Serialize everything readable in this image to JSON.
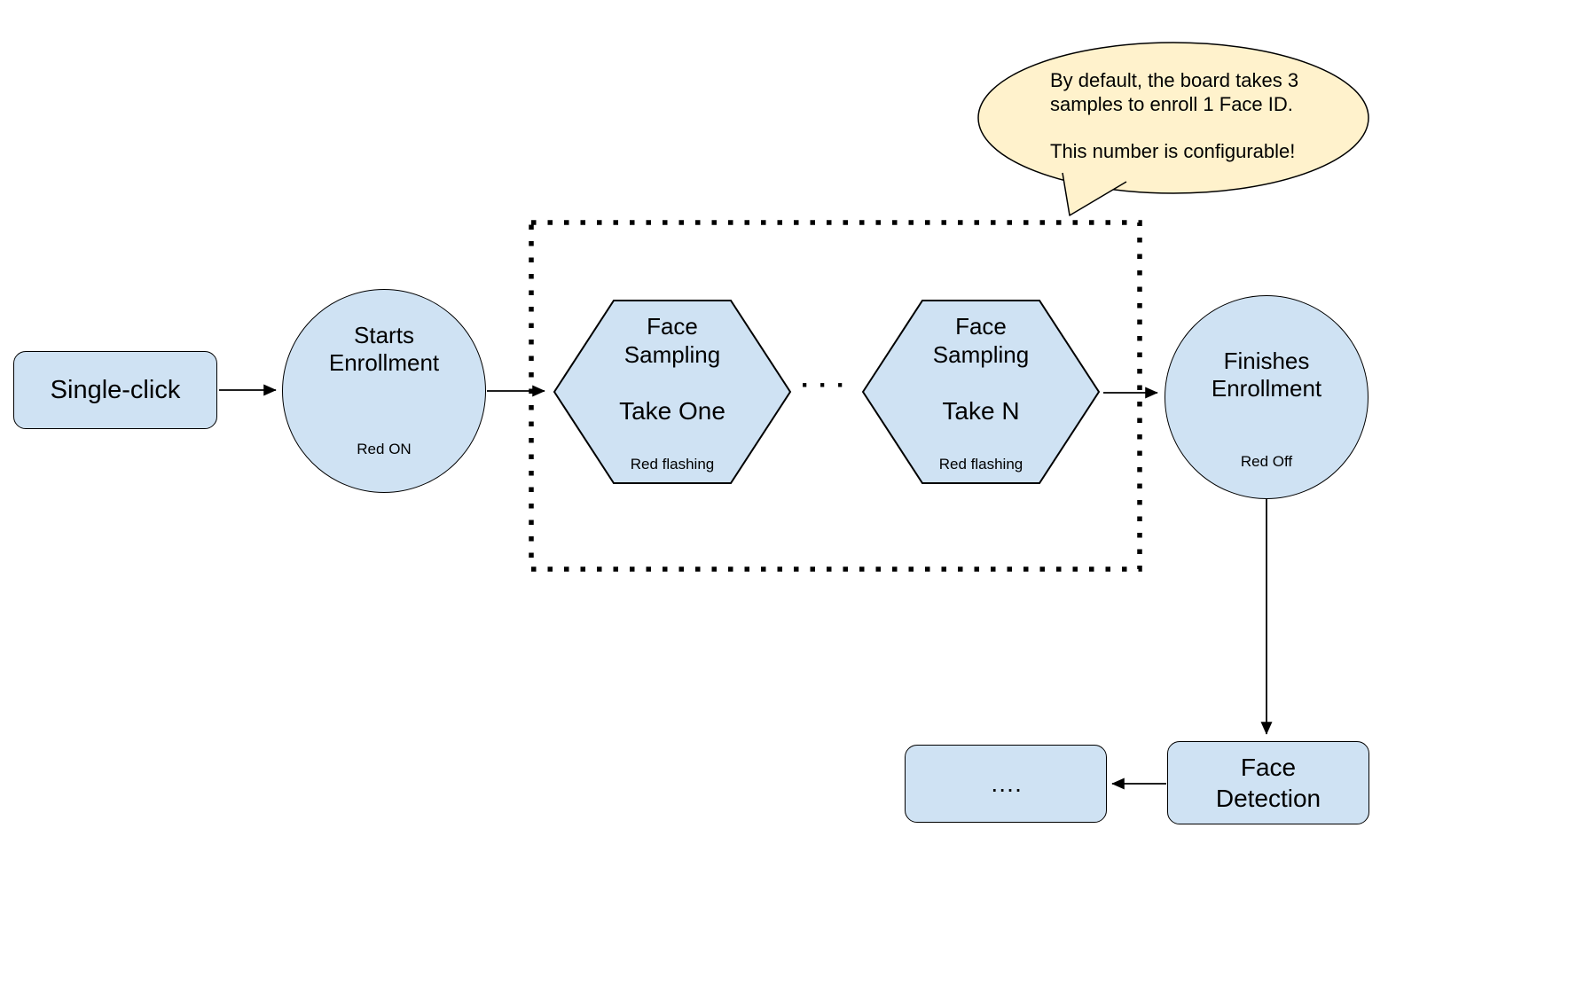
{
  "colors": {
    "shape_fill": "#cfe2f3",
    "shape_stroke": "#000000",
    "callout_fill": "#fff2cc",
    "background": "#ffffff"
  },
  "nodes": {
    "single_click": {
      "label": "Single-click"
    },
    "starts_enrollment": {
      "title": "Starts Enrollment",
      "status": "Red ON"
    },
    "face_sampling_one": {
      "title": "Face Sampling",
      "take": "Take One",
      "status": "Red flashing"
    },
    "face_sampling_n": {
      "title": "Face Sampling",
      "take": "Take N",
      "status": "Red flashing"
    },
    "finishes_enrollment": {
      "title": "Finishes Enrollment",
      "status": "Red Off"
    },
    "face_detection": {
      "label": "Face Detection"
    },
    "continuation": {
      "label": "…."
    }
  },
  "ellipsis": "···",
  "callout": {
    "line1": "By default, the board takes 3",
    "line2": "samples to enroll 1 Face ID.",
    "line3": "This number is configurable!"
  }
}
